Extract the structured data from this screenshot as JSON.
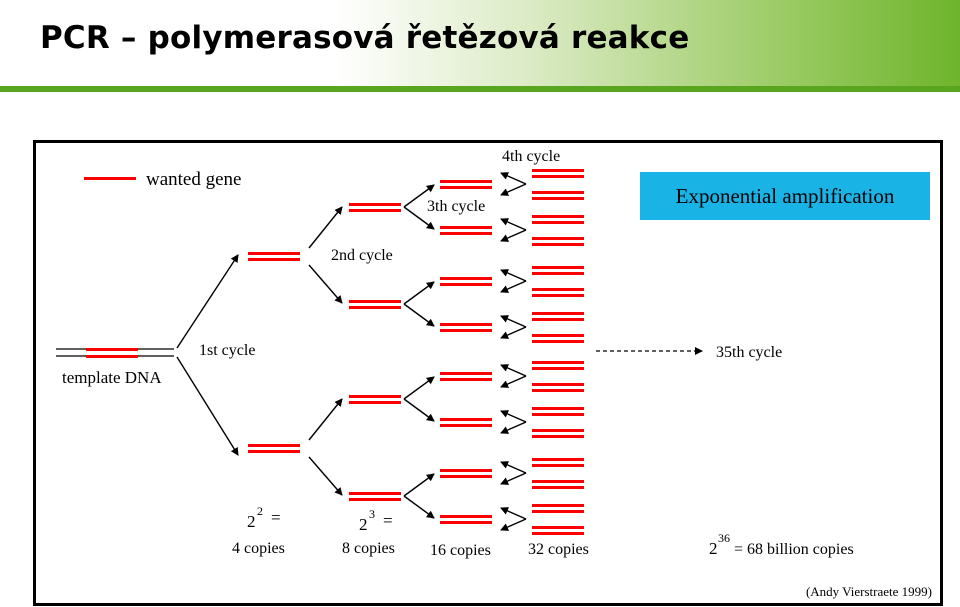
{
  "header": {
    "title": "PCR – polymerasová řetězová reakce",
    "accent_color": "#5aa51f"
  },
  "diagram": {
    "legend_label": "wanted gene",
    "template_label": "template DNA",
    "cycles": [
      "1st cycle",
      "2nd cycle",
      "3th cycle",
      "4th cycle"
    ],
    "final_cycle_label": "35th cycle",
    "banner_text": "Exponential amplification",
    "banner_color": "#1ab3e6",
    "strand_color": "#ff0000",
    "formulas": [
      {
        "base": "2",
        "exp": "2",
        "eq": "="
      },
      {
        "base": "2",
        "exp": "3",
        "eq": "="
      }
    ],
    "counts": [
      "4 copies",
      "8 copies",
      "16 copies",
      "32 copies"
    ],
    "final_formula": {
      "base": "2",
      "exp": "36",
      "rest": "= 68 billion copies"
    },
    "credit": "(Andy Vierstraete 1999)"
  }
}
